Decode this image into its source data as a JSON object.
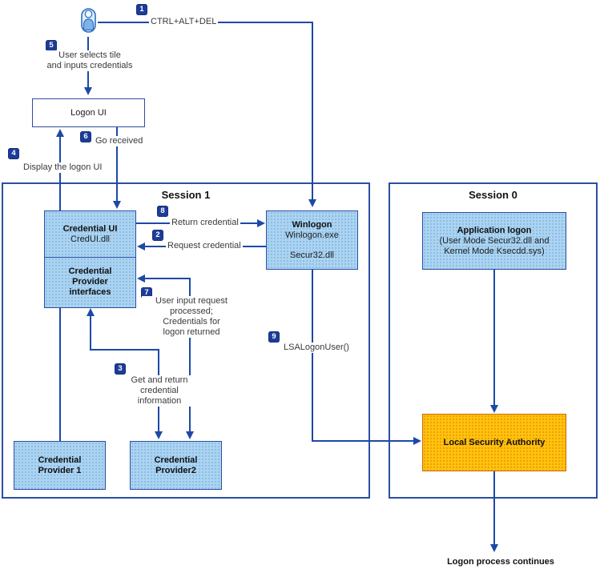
{
  "sessions": {
    "session1": "Session 1",
    "session0": "Session 0"
  },
  "nodes": {
    "logon_ui": {
      "title": "Logon UI"
    },
    "credential_ui": {
      "title": "Credential UI",
      "subtitle": "CredUI.dll"
    },
    "cpi": {
      "line1": "Credential",
      "line2": "Provider",
      "line3": "interfaces"
    },
    "winlogon": {
      "title": "Winlogon",
      "line1": "Winlogon.exe",
      "line2": "Secur32.dll"
    },
    "application_logon": {
      "title": "Application logon",
      "line1": "(User Mode Secur32.dll and",
      "line2": "Kernel Mode Ksecdd.sys)"
    },
    "lsa": {
      "title": "Local Security Authority"
    },
    "cp1": {
      "line1": "Credential",
      "line2": "Provider 1"
    },
    "cp2": {
      "line1": "Credential",
      "line2": "Provider2"
    }
  },
  "steps": [
    {
      "num": "1",
      "label": "CTRL+ALT+DEL"
    },
    {
      "num": "2",
      "label": "Request credential"
    },
    {
      "num": "3",
      "lines": [
        "Get and return",
        "credential",
        "information"
      ]
    },
    {
      "num": "4",
      "label": "Display the logon UI"
    },
    {
      "num": "5",
      "lines": [
        "User selects tile",
        "and inputs credentials"
      ]
    },
    {
      "num": "6",
      "label": "Go received"
    },
    {
      "num": "7",
      "lines": [
        "User input request",
        "processed;",
        "Credentials for",
        "logon returned"
      ]
    },
    {
      "num": "8",
      "label": "Return credential"
    },
    {
      "num": "9",
      "label": "LSALogonUser()"
    }
  ],
  "footer": {
    "label": "Logon process continues"
  },
  "colors": {
    "line": "#1d49a6",
    "badge": "#1d3c99",
    "box_fill": "#abd4f2",
    "box_border": "#2b4ea2",
    "lsa_fill": "#ffc30b",
    "lsa_border": "#cf6a15"
  }
}
